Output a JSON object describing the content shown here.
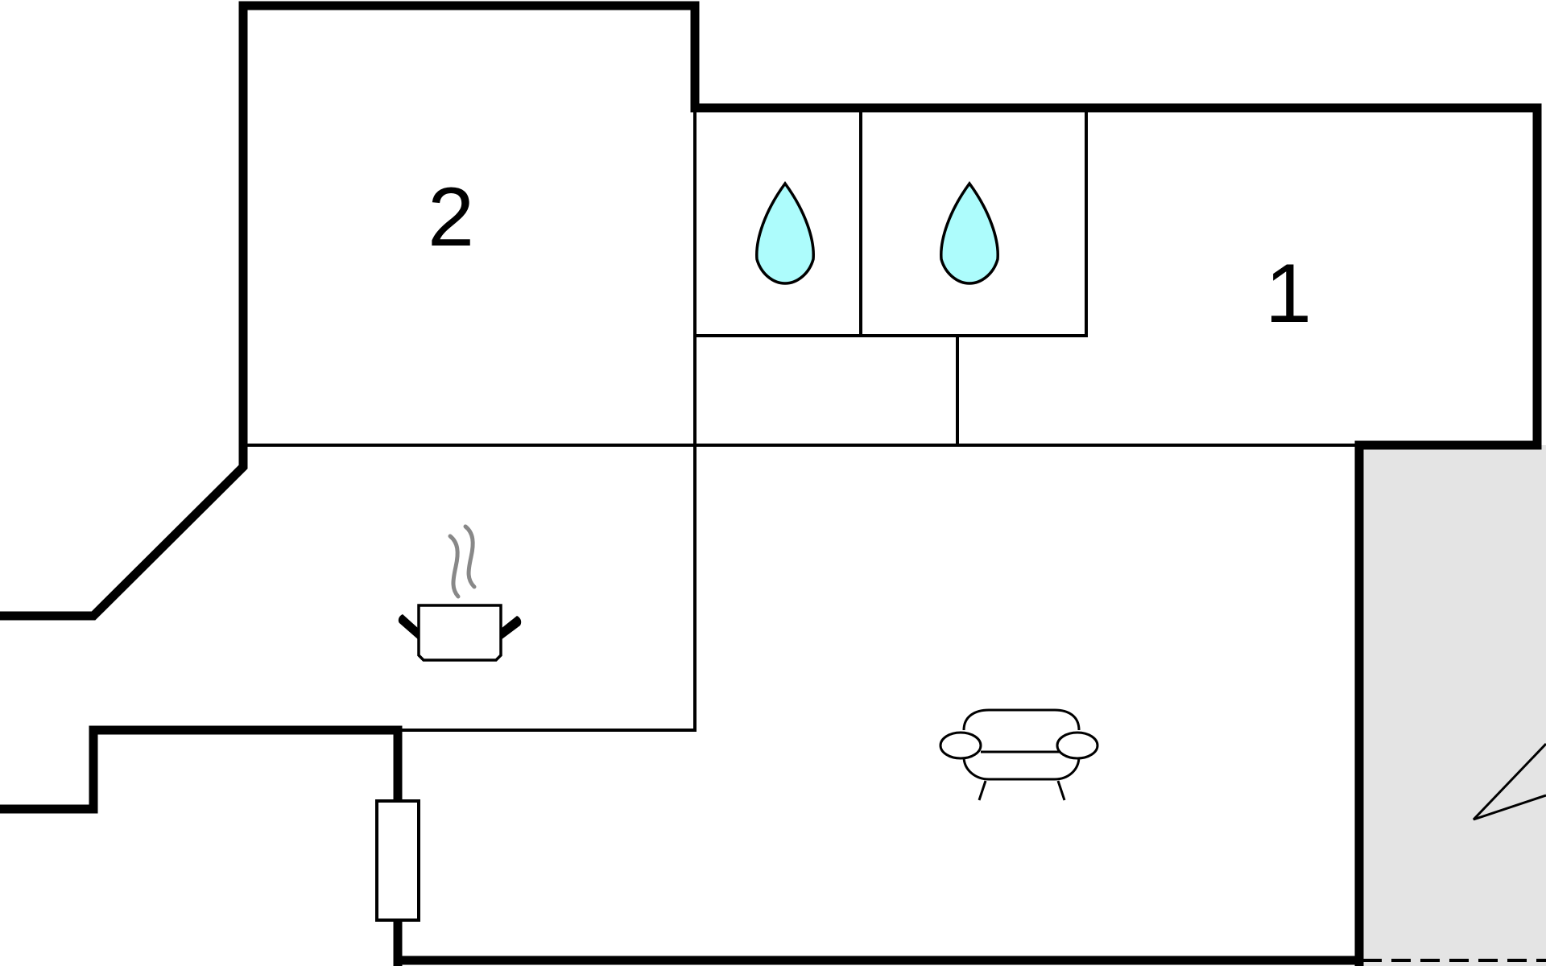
{
  "floorplan": {
    "rooms": [
      {
        "id": "bedroom-2",
        "label": "2"
      },
      {
        "id": "bedroom-1",
        "label": "1"
      }
    ],
    "icons": [
      {
        "name": "bathroom-water-drop",
        "room": "bathroom-left"
      },
      {
        "name": "bathroom-water-drop",
        "room": "bathroom-right"
      },
      {
        "name": "kitchen-cooking-pot",
        "room": "kitchen"
      },
      {
        "name": "living-room-sofa",
        "room": "living-room"
      }
    ],
    "colors": {
      "wall": "#000000",
      "water_drop_fill": "#adfcfc",
      "steam": "#888888",
      "terrace_fill": "#e4e4e4",
      "background": "#ffffff"
    }
  }
}
